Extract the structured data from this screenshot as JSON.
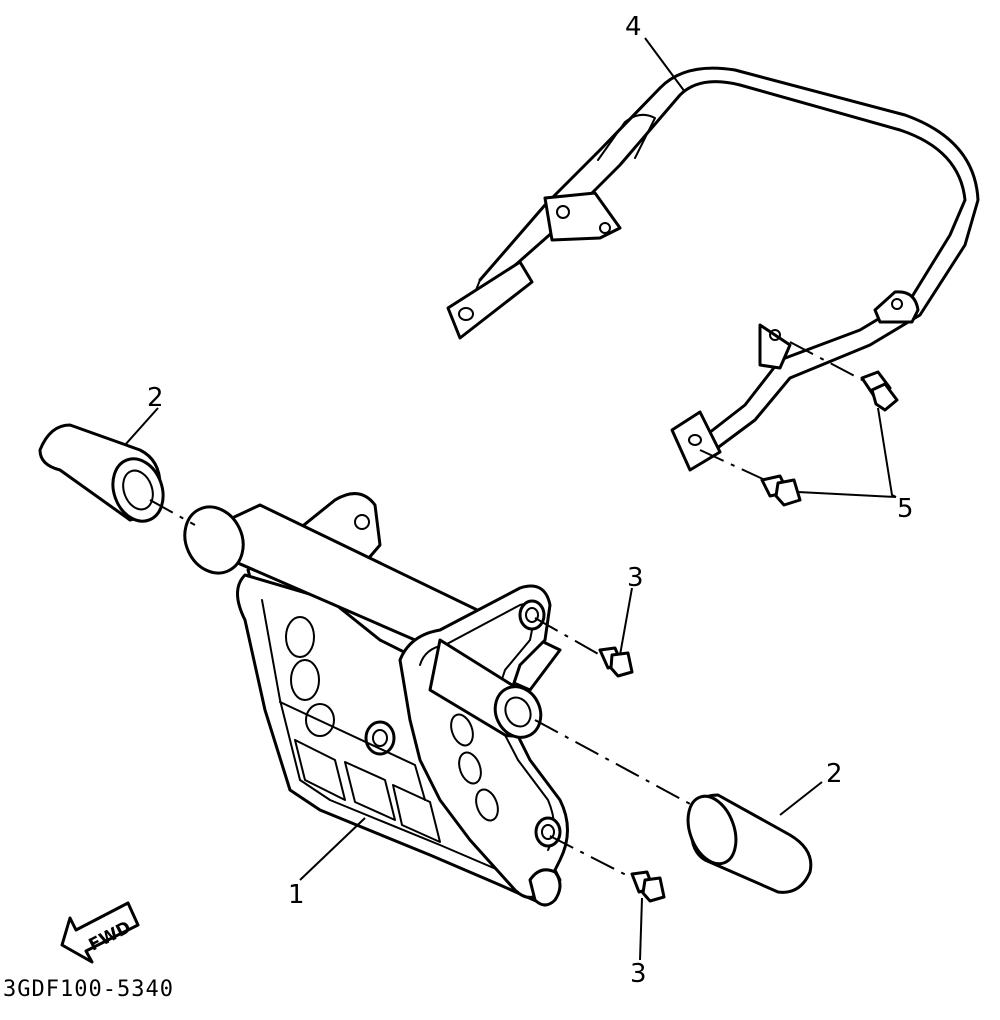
{
  "callouts": {
    "c1": "1",
    "c2a": "2",
    "c2b": "2",
    "c3a": "3",
    "c3b": "3",
    "c4": "4",
    "c5": "5"
  },
  "fwd_arrow": {
    "label": "FWD"
  },
  "diagram_code": "3GDF100-5340",
  "colors": {
    "line": "#000000",
    "background": "#ffffff"
  }
}
